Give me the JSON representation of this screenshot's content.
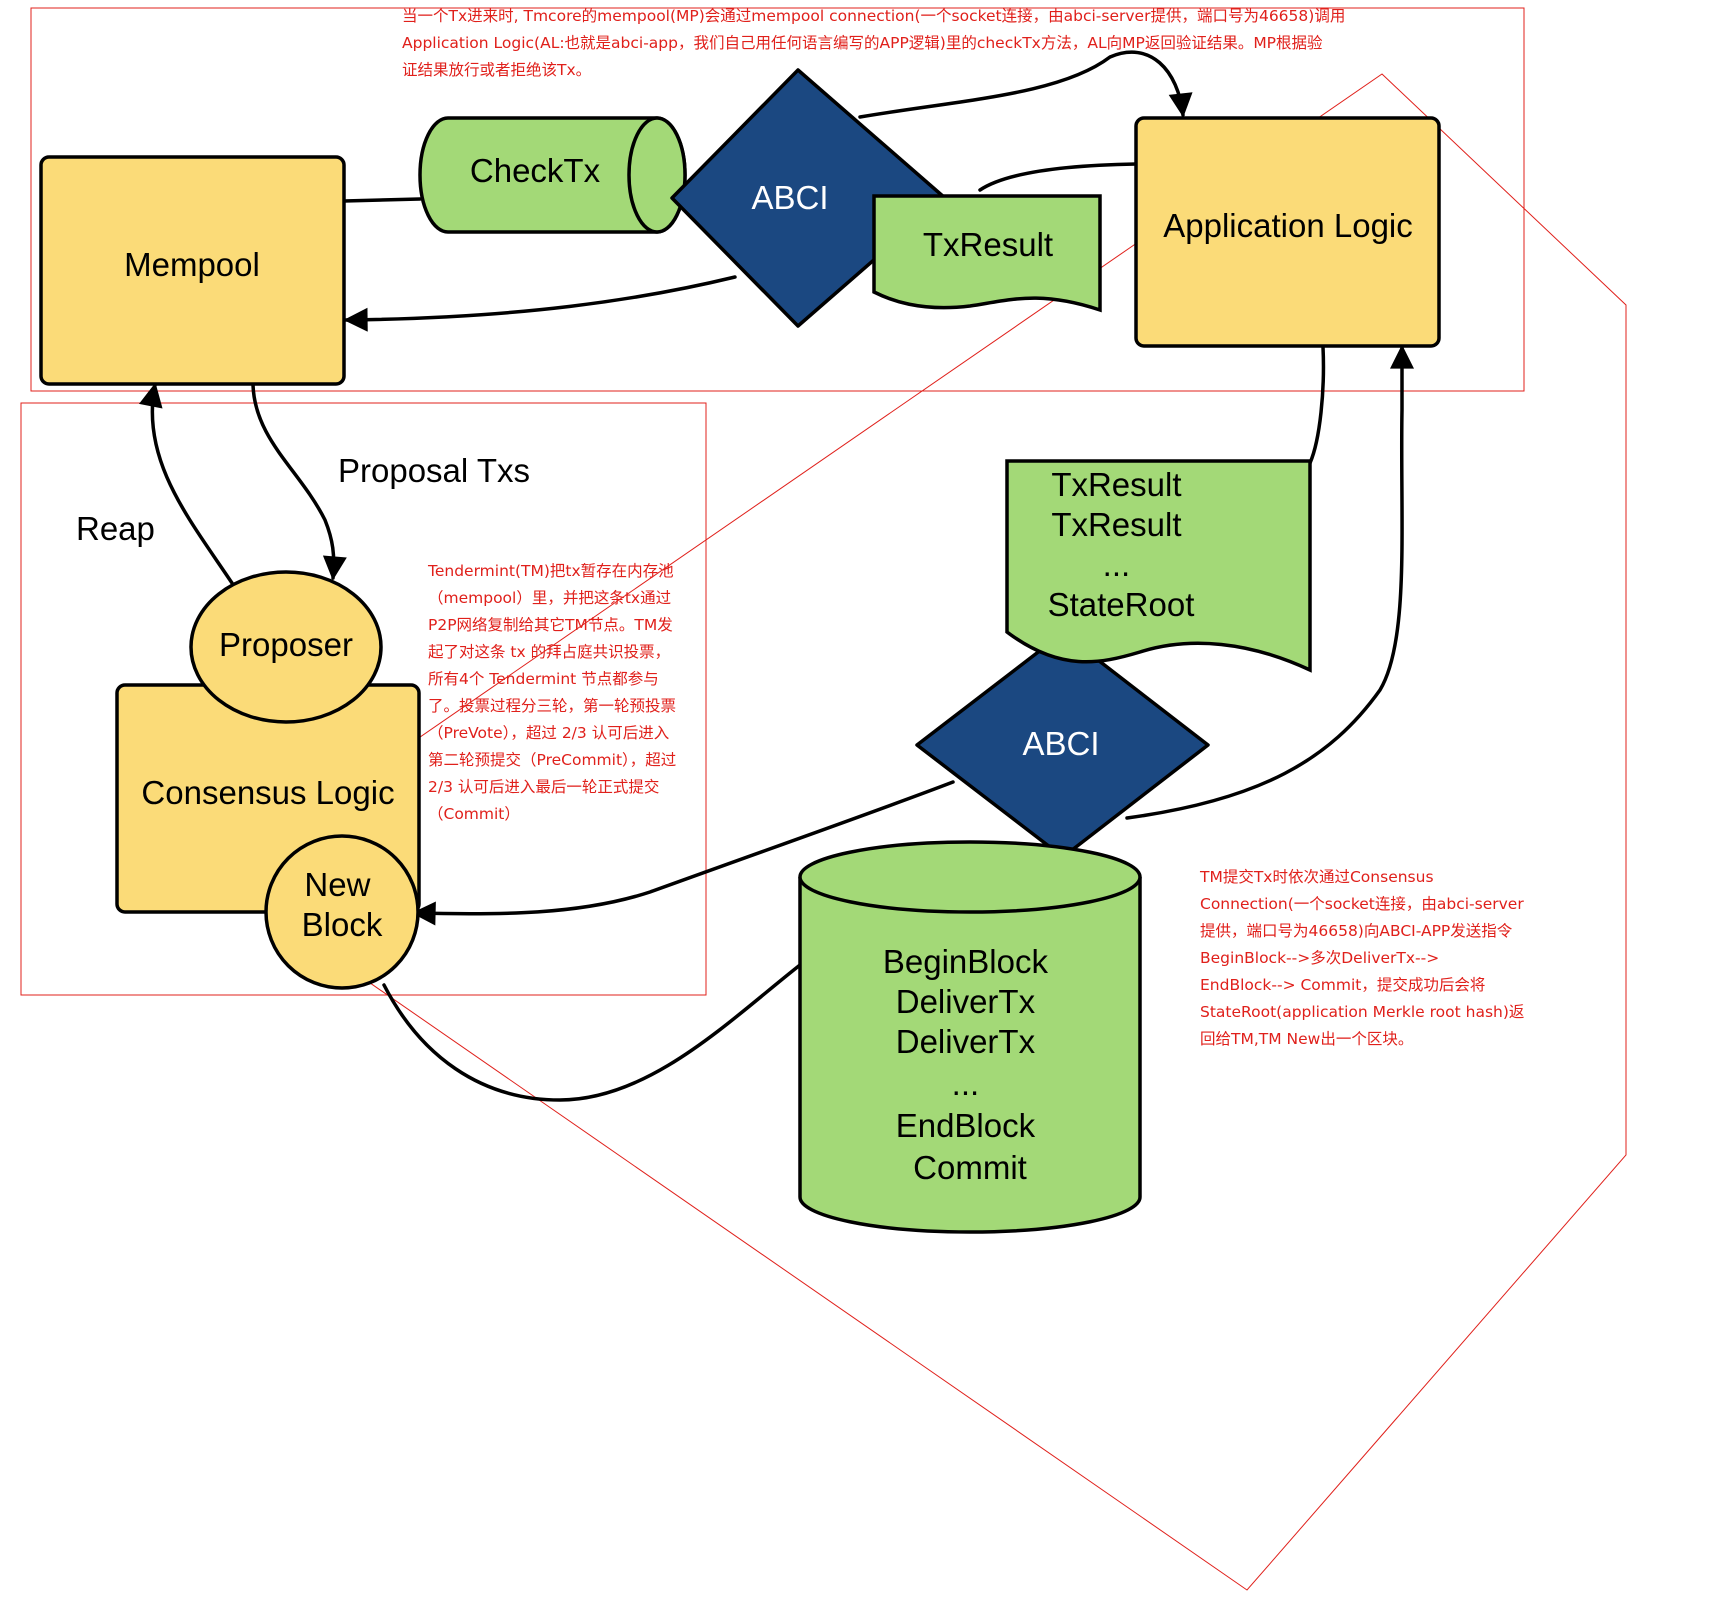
{
  "colors": {
    "yellow_box": "#fbdb78",
    "green_shape": "#a3d977",
    "abci_blue": "#1b4881",
    "annotation_red": "#e0201b",
    "stroke": "#000000"
  },
  "nodes": {
    "mempool": "Mempool",
    "check_tx": "CheckTx",
    "abci_top": "ABCI",
    "tx_result_top": "TxResult",
    "application_logic": "Application Logic",
    "consensus_logic": "Consensus Logic",
    "proposer": "Proposer",
    "new_block": [
      "New",
      "Block"
    ],
    "tx_results_doc": [
      "TxResult",
      "TxResult",
      "...",
      "StateRoot"
    ],
    "abci_bottom": "ABCI",
    "block_db": [
      "BeginBlock",
      "DeliverTx",
      "DeliverTx",
      "...",
      "EndBlock",
      "Commit"
    ]
  },
  "edge_labels": {
    "proposal_txs": "Proposal Txs",
    "reap": "Reap"
  },
  "annotations": {
    "mempool_connection": "当一个Tx进来时, Tmcore的mempool(MP)会通过mempool connection(一个socket连接，由abci-server提供，端口号为46658)调用\nApplication Logic(AL:也就是abci-app，我们自己用任何语言编写的APP逻辑)里的checkTx方法，AL向MP返回验证结果。MP根据验\n证结果放行或者拒绝该Tx。",
    "consensus_vote": "Tendermint(TM)把tx暂存在内存池\n（mempool）里，并把这条tx通过\nP2P网络复制给其它TM节点。TM发\n起了对这条 tx 的拜占庭共识投票，\n所有4个 Tendermint 节点都参与\n了。投票过程分三轮，第一轮预投票\n（PreVote），超过 2/3 认可后进入\n第二轮预提交（PreCommit），超过\n2/3 认可后进入最后一轮正式提交\n（Commit）",
    "consensus_connection": "TM提交Tx时依次通过Consensus\nConnection(一个socket连接，由abci-server\n提供，端口号为46658)向ABCI-APP发送指令\nBeginBlock-->多次DeliverTx-->\nEndBlock--> Commit，提交成功后会将\nStateRoot(application Merkle root hash)返\n回给TM,TM New出一个区块。"
  }
}
